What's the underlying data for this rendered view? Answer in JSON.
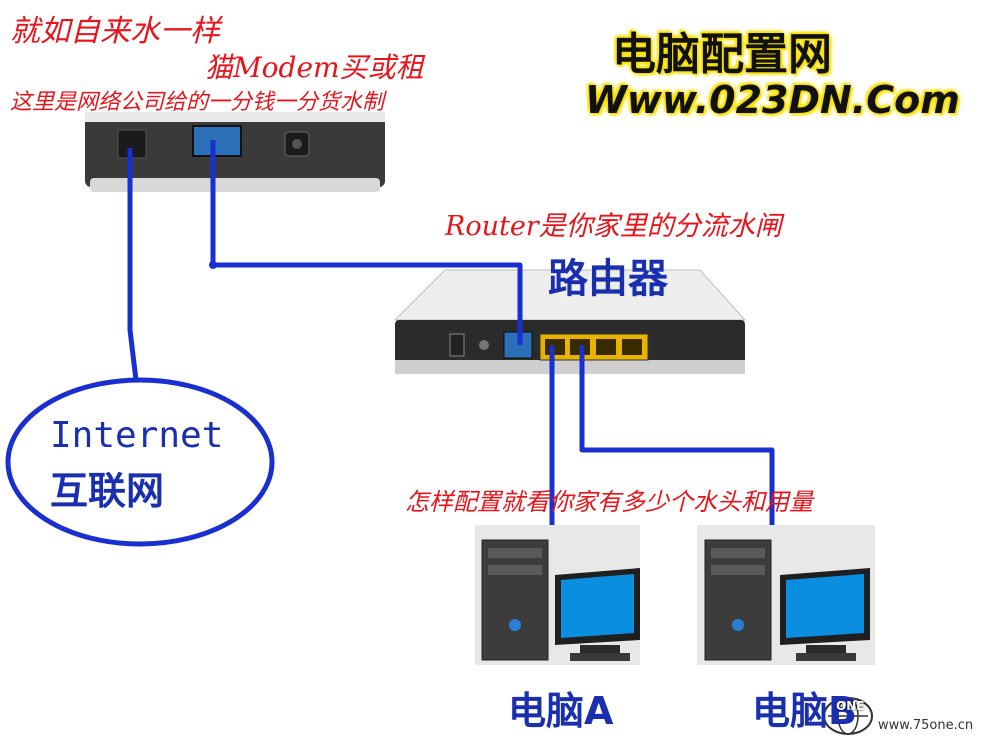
{
  "annotations": {
    "top_left": "就如自来水一样",
    "modem_title": "猫Modem买或租",
    "modem_note": "这里是网络公司给的一分钱一分货水制",
    "router_note": "Router是你家里的分流水闸",
    "router_label": "路由器",
    "config_note": "怎样配置就看你家有多少个水头和用量"
  },
  "internet": {
    "line1": "Internet",
    "line2": "互联网"
  },
  "brand": {
    "name": "电脑配置网",
    "url": "Www.023DN.Com"
  },
  "computers": [
    {
      "label": "电脑A"
    },
    {
      "label": "电脑B"
    }
  ],
  "watermark": {
    "logo": "ONE",
    "url": "www.75one.cn"
  },
  "colors": {
    "annotation": "#e8141b",
    "cable": "#1a2fcf",
    "brand_glow": "#f7e000",
    "label": "#1a2fb0"
  }
}
